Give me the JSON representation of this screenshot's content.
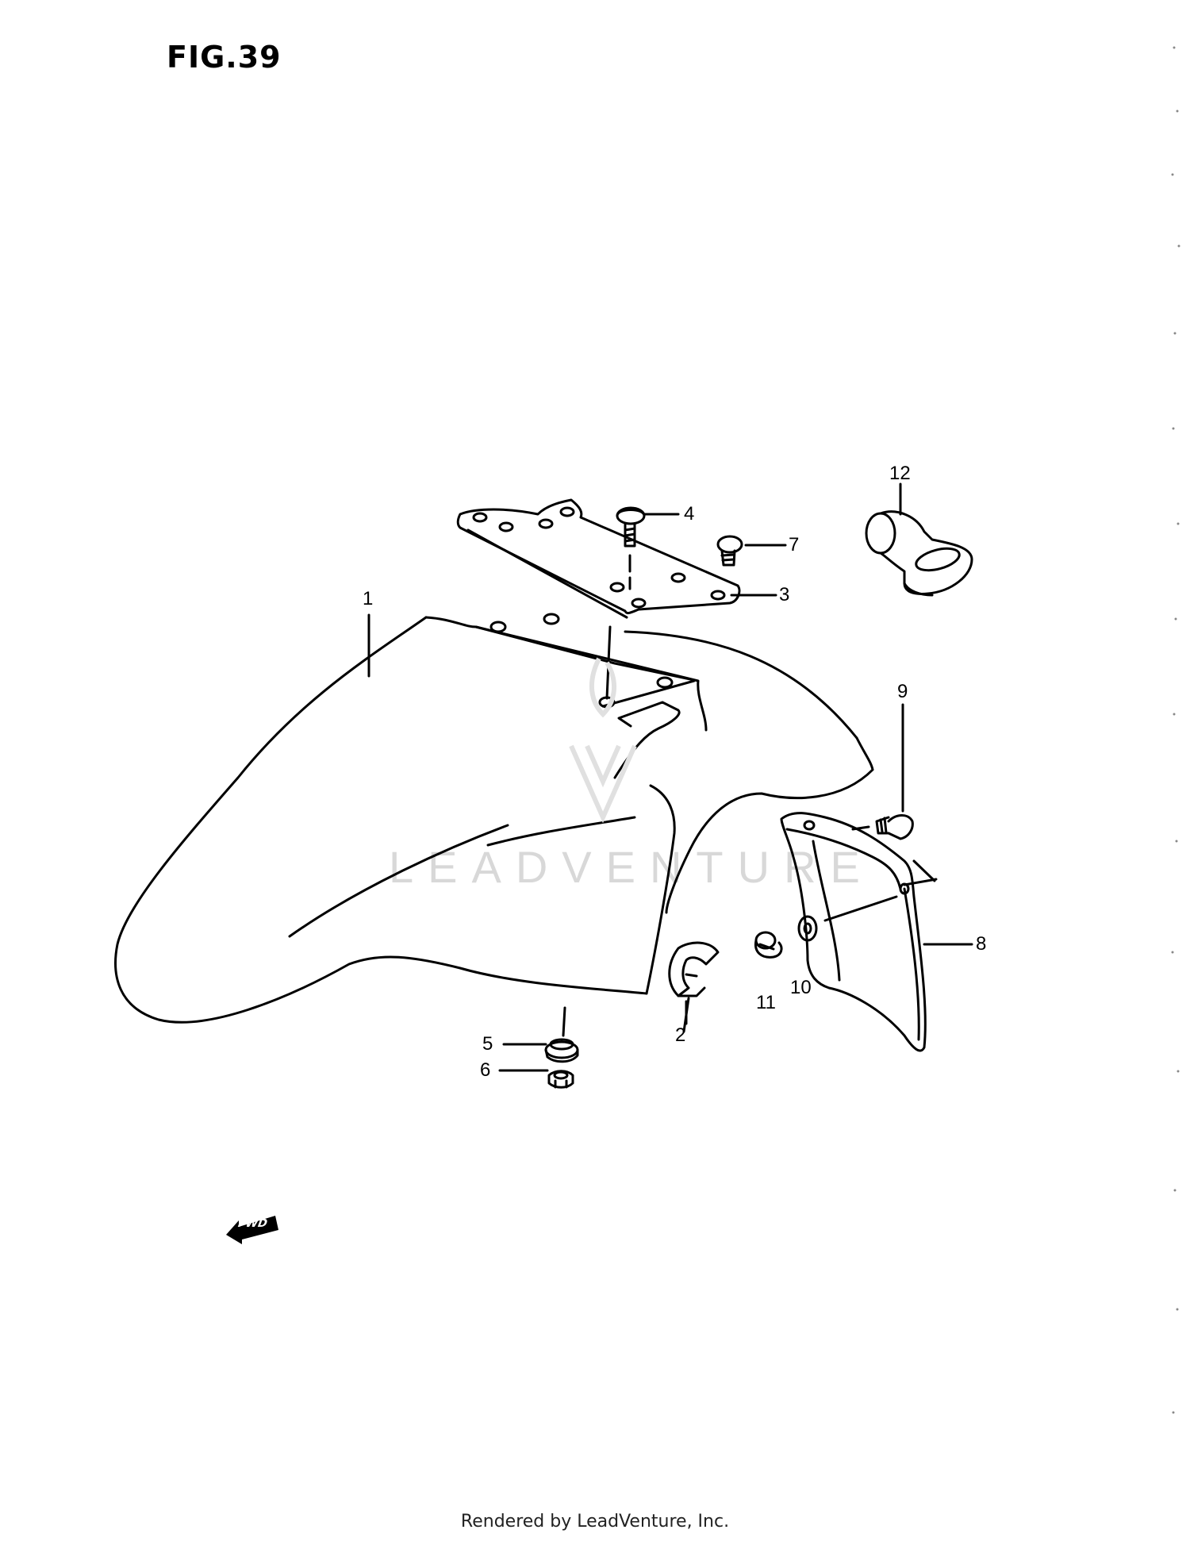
{
  "figure": {
    "title": "FIG.39"
  },
  "watermark": {
    "text": "LEADVENTURE"
  },
  "direction_indicator": {
    "text": "FWD"
  },
  "callouts": {
    "c1": "1",
    "c2": "2",
    "c3": "3",
    "c4": "4",
    "c5": "5",
    "c6": "6",
    "c7": "7",
    "c8": "8",
    "c9": "9",
    "c10": "10",
    "c11": "11",
    "c12": "12"
  },
  "footer": {
    "text": "Rendered by LeadVenture, Inc."
  }
}
